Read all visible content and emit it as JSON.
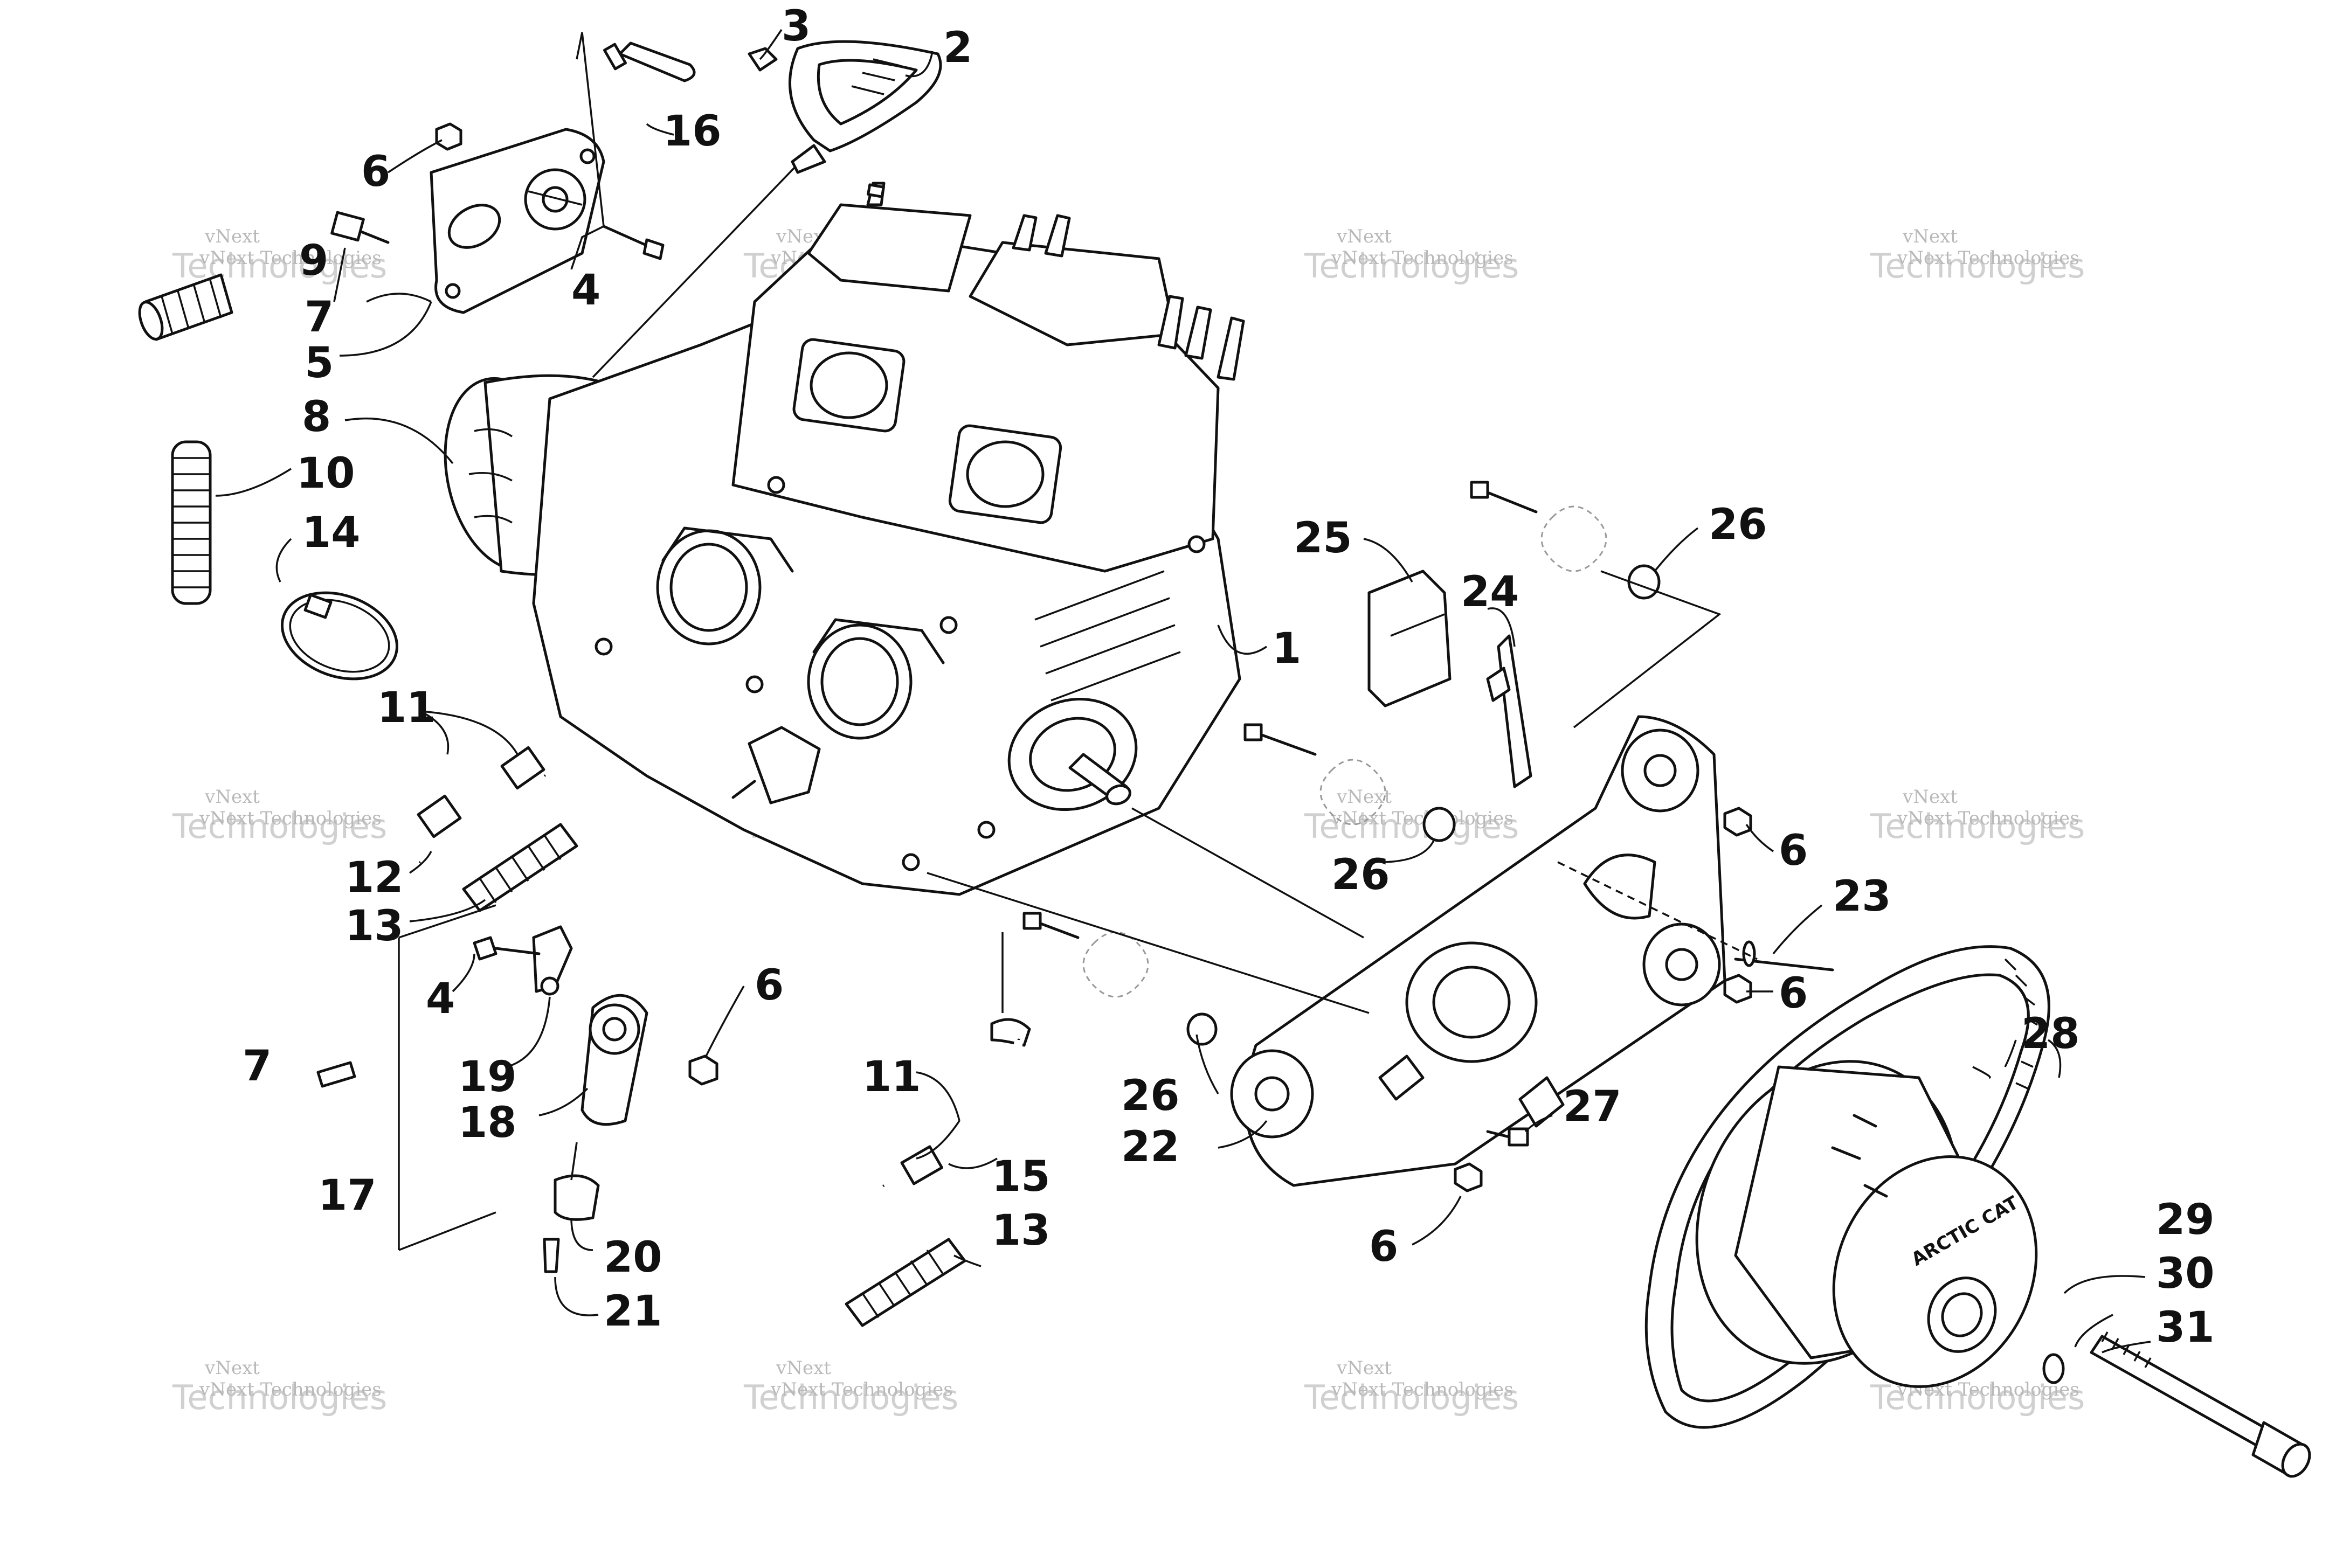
{
  "labels": [
    {
      "id": "1",
      "text": "1"
    },
    {
      "id": "2",
      "text": "2"
    },
    {
      "id": "3",
      "text": "3"
    },
    {
      "id": "4a",
      "text": "4"
    },
    {
      "id": "4b",
      "text": "4"
    },
    {
      "id": "5",
      "text": "5"
    },
    {
      "id": "6a",
      "text": "6"
    },
    {
      "id": "6b",
      "text": "6"
    },
    {
      "id": "6c",
      "text": "6"
    },
    {
      "id": "6d",
      "text": "6"
    },
    {
      "id": "6e",
      "text": "6"
    },
    {
      "id": "7a",
      "text": "7"
    },
    {
      "id": "7b",
      "text": "7"
    },
    {
      "id": "8",
      "text": "8"
    },
    {
      "id": "9",
      "text": "9"
    },
    {
      "id": "10",
      "text": "10"
    },
    {
      "id": "11a",
      "text": "11"
    },
    {
      "id": "11b",
      "text": "11"
    },
    {
      "id": "12",
      "text": "12"
    },
    {
      "id": "13a",
      "text": "13"
    },
    {
      "id": "13b",
      "text": "13"
    },
    {
      "id": "14",
      "text": "14"
    },
    {
      "id": "15",
      "text": "15"
    },
    {
      "id": "16",
      "text": "16"
    },
    {
      "id": "17",
      "text": "17"
    },
    {
      "id": "18",
      "text": "18"
    },
    {
      "id": "19",
      "text": "19"
    },
    {
      "id": "20",
      "text": "20"
    },
    {
      "id": "21",
      "text": "21"
    },
    {
      "id": "22",
      "text": "22"
    },
    {
      "id": "23",
      "text": "23"
    },
    {
      "id": "24",
      "text": "24"
    },
    {
      "id": "25",
      "text": "25"
    },
    {
      "id": "26a",
      "text": "26"
    },
    {
      "id": "26b",
      "text": "26"
    },
    {
      "id": "26c",
      "text": "26"
    },
    {
      "id": "27",
      "text": "27"
    },
    {
      "id": "28",
      "text": "28"
    },
    {
      "id": "29",
      "text": "29"
    },
    {
      "id": "30",
      "text": "30"
    },
    {
      "id": "31",
      "text": "31"
    }
  ],
  "watermark": {
    "top": "vNext",
    "main": "Technologies",
    "small": "vNext Technologies"
  },
  "branding": {
    "clutch_logo": "ARCTIC CAT"
  },
  "colors": {
    "ink": "#111111",
    "watermark": "#c8c8c8",
    "background": "#ffffff"
  }
}
